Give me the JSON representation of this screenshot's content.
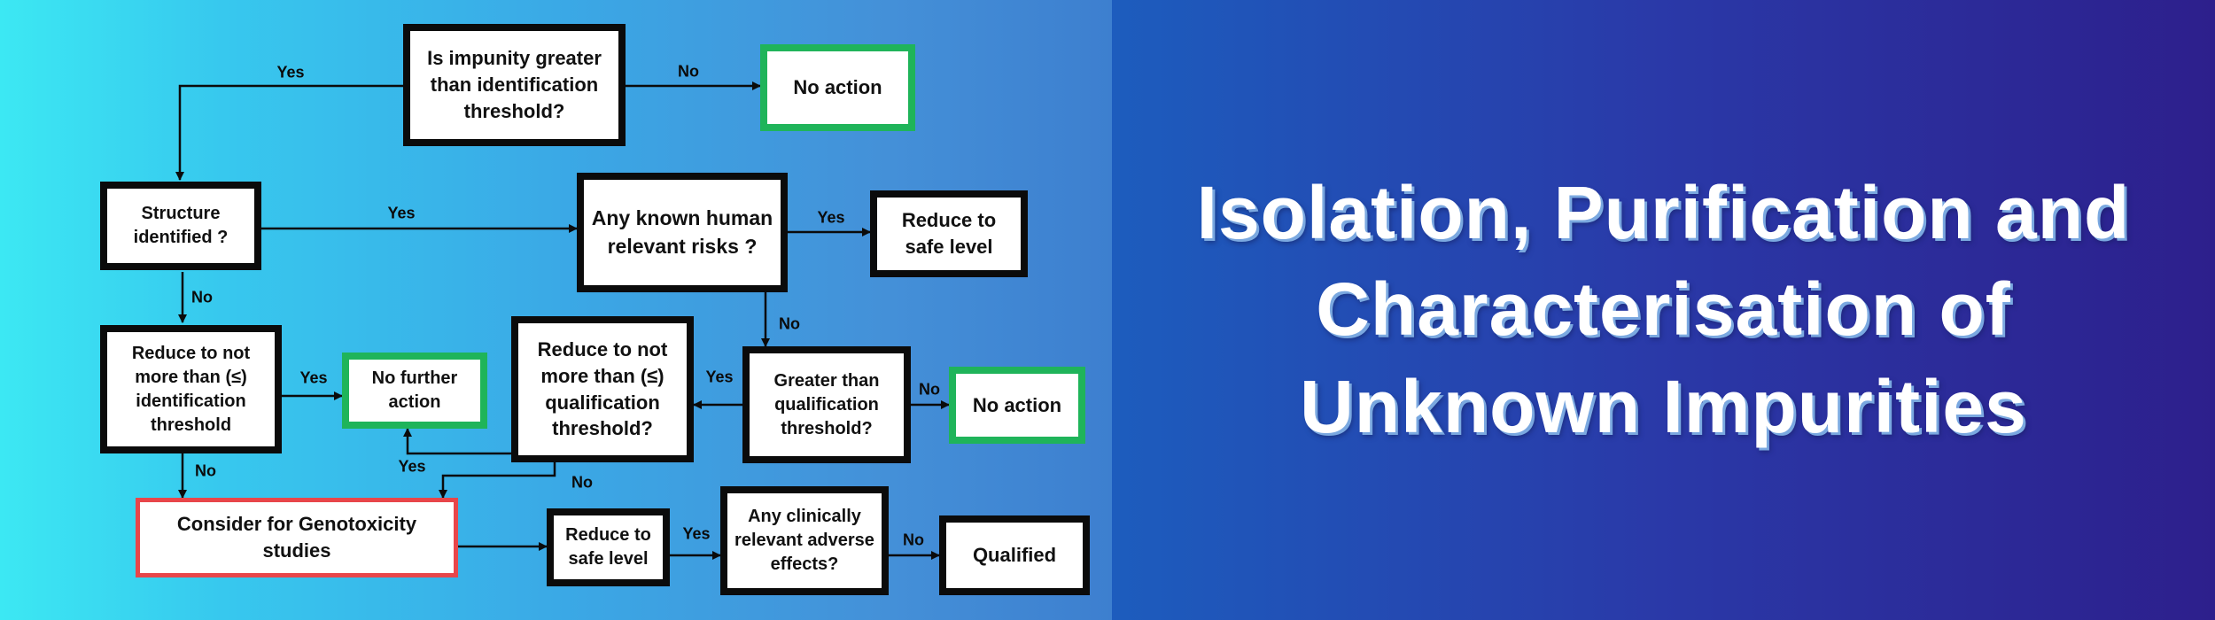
{
  "title": {
    "lines": [
      "Isolation, Purification and",
      "Characterisation of",
      "Unknown Impurities"
    ]
  },
  "flowchart": {
    "nodes": {
      "q_identification": "Is impunity greater than identification threshold?",
      "no_action_1": "No action",
      "structure_identified": "Structure identified ?",
      "human_risks": "Any known human relevant risks ?",
      "reduce_safe_1": "Reduce to safe level",
      "reduce_identification": "Reduce to not more than (≤) identification threshold",
      "no_further_action": "No further action",
      "reduce_qualification": "Reduce to not more than (≤) qualification threshold?",
      "q_qualification": "Greater than qualification threshold?",
      "no_action_2": "No action",
      "genotoxicity": "Consider for Genotoxicity studies",
      "reduce_safe_2": "Reduce to safe level",
      "adverse_effects": "Any clinically relevant adverse effects?",
      "qualified": "Qualified"
    },
    "labels": {
      "yes": "Yes",
      "no": "No"
    }
  },
  "colors": {
    "positive_border": "#1fb45a",
    "alert_border": "#e8464a",
    "default_border": "#0b0b0b"
  }
}
